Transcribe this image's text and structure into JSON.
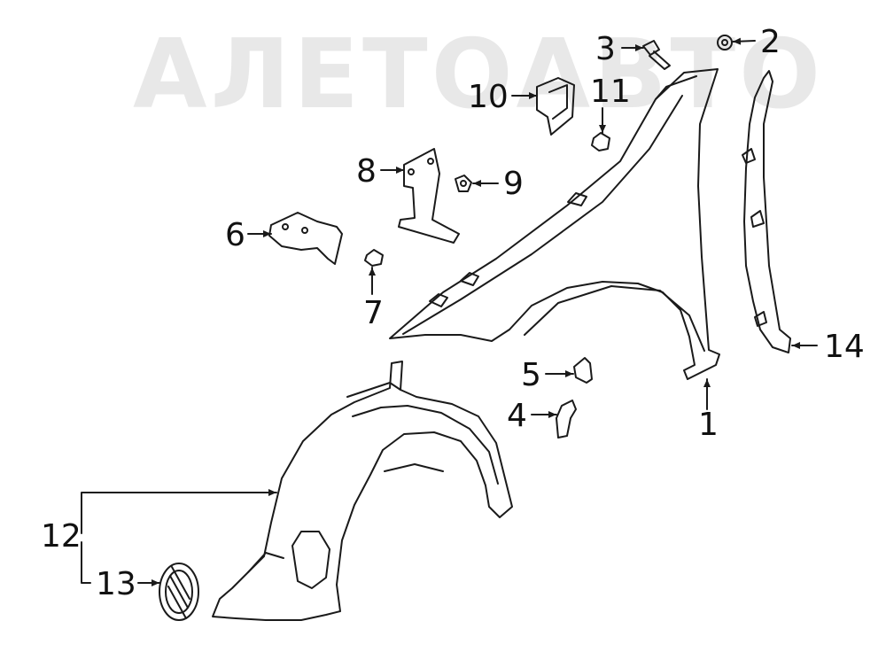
{
  "watermark": {
    "text": "АЛЕТОАВТО"
  },
  "callouts": {
    "c1": "1",
    "c2": "2",
    "c3": "3",
    "c4": "4",
    "c5": "5",
    "c6": "6",
    "c7": "7",
    "c8": "8",
    "c9": "9",
    "c10": "10",
    "c11": "11",
    "c12": "12",
    "c13": "13",
    "c14": "14"
  },
  "colors": {
    "line": "#1a1a1a",
    "watermark": "#d7d7d7",
    "background": "#ffffff"
  }
}
